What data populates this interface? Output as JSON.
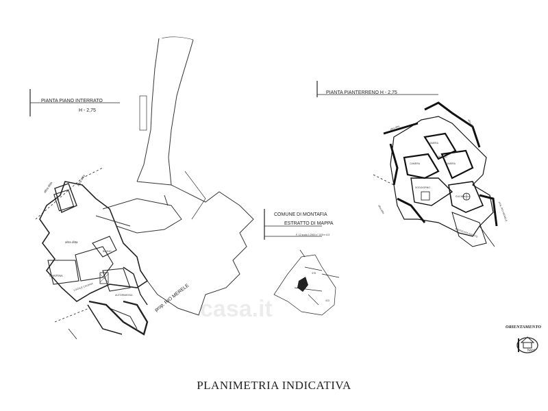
{
  "plans": {
    "basement_title": "PIANTA PIANO INTERRATO",
    "basement_height": "H - 2,75",
    "ground_title": "PIANTA PIANTERRENO  H - 2,75",
    "cadastral_title_1": "COMUNE DI MONTAFIA",
    "cadastral_title_2": "ESTRATTO DI MAPPA",
    "cadastral_ref": "F. 12  scala 1:2000   n° 378 e 413"
  },
  "labels": {
    "altra_ditta": "altra ditta",
    "prop_rio": "prop. RIO MERELE",
    "cantina": "CANTINA",
    "bagno": "BAGNO",
    "locale_caldaia": "LOCALE CALDAIA",
    "autorimessa": "AUTORIMESSA",
    "camera": "CAMERA",
    "cucina": "CUCINA",
    "soggiorno": "SOGGIORNO",
    "bagno_pt": "BAGNO",
    "porticato": "PORTICATO APERTO",
    "map_a": "378",
    "map_b": "413"
  },
  "watermark": "casa.it",
  "orientation_label": "ORIENTAMENTO",
  "north_label": "Nord",
  "footer_title": "PLANIMETRIA INDICATIVA"
}
